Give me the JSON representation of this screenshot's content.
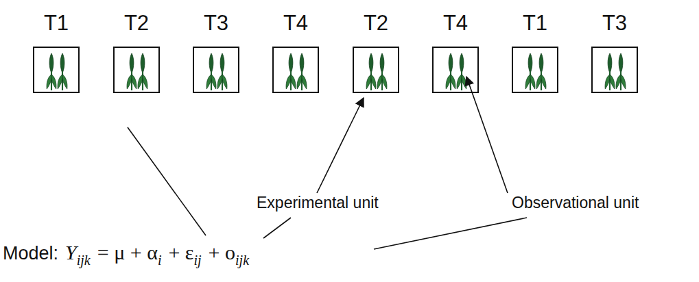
{
  "diagram": {
    "nodes": [
      {
        "text": [
          "T1"
        ]
      },
      {
        "text": [
          "T2"
        ]
      },
      {
        "text": [
          "T3"
        ]
      },
      {
        "text": [
          "T4"
        ]
      },
      {
        "text": [
          "T2"
        ]
      },
      {
        "text": [
          "T4"
        ]
      },
      {
        "text": [
          "T1"
        ]
      },
      {
        "text": [
          "T3"
        ]
      }
    ],
    "labels": [
      "Experimental unit",
      "Observational unit",
      "Model:",
      "Y",
      "ijk",
      "= μ + α",
      "i",
      "+ ε",
      "ij",
      "+ o",
      "ijk"
    ]
  }
}
